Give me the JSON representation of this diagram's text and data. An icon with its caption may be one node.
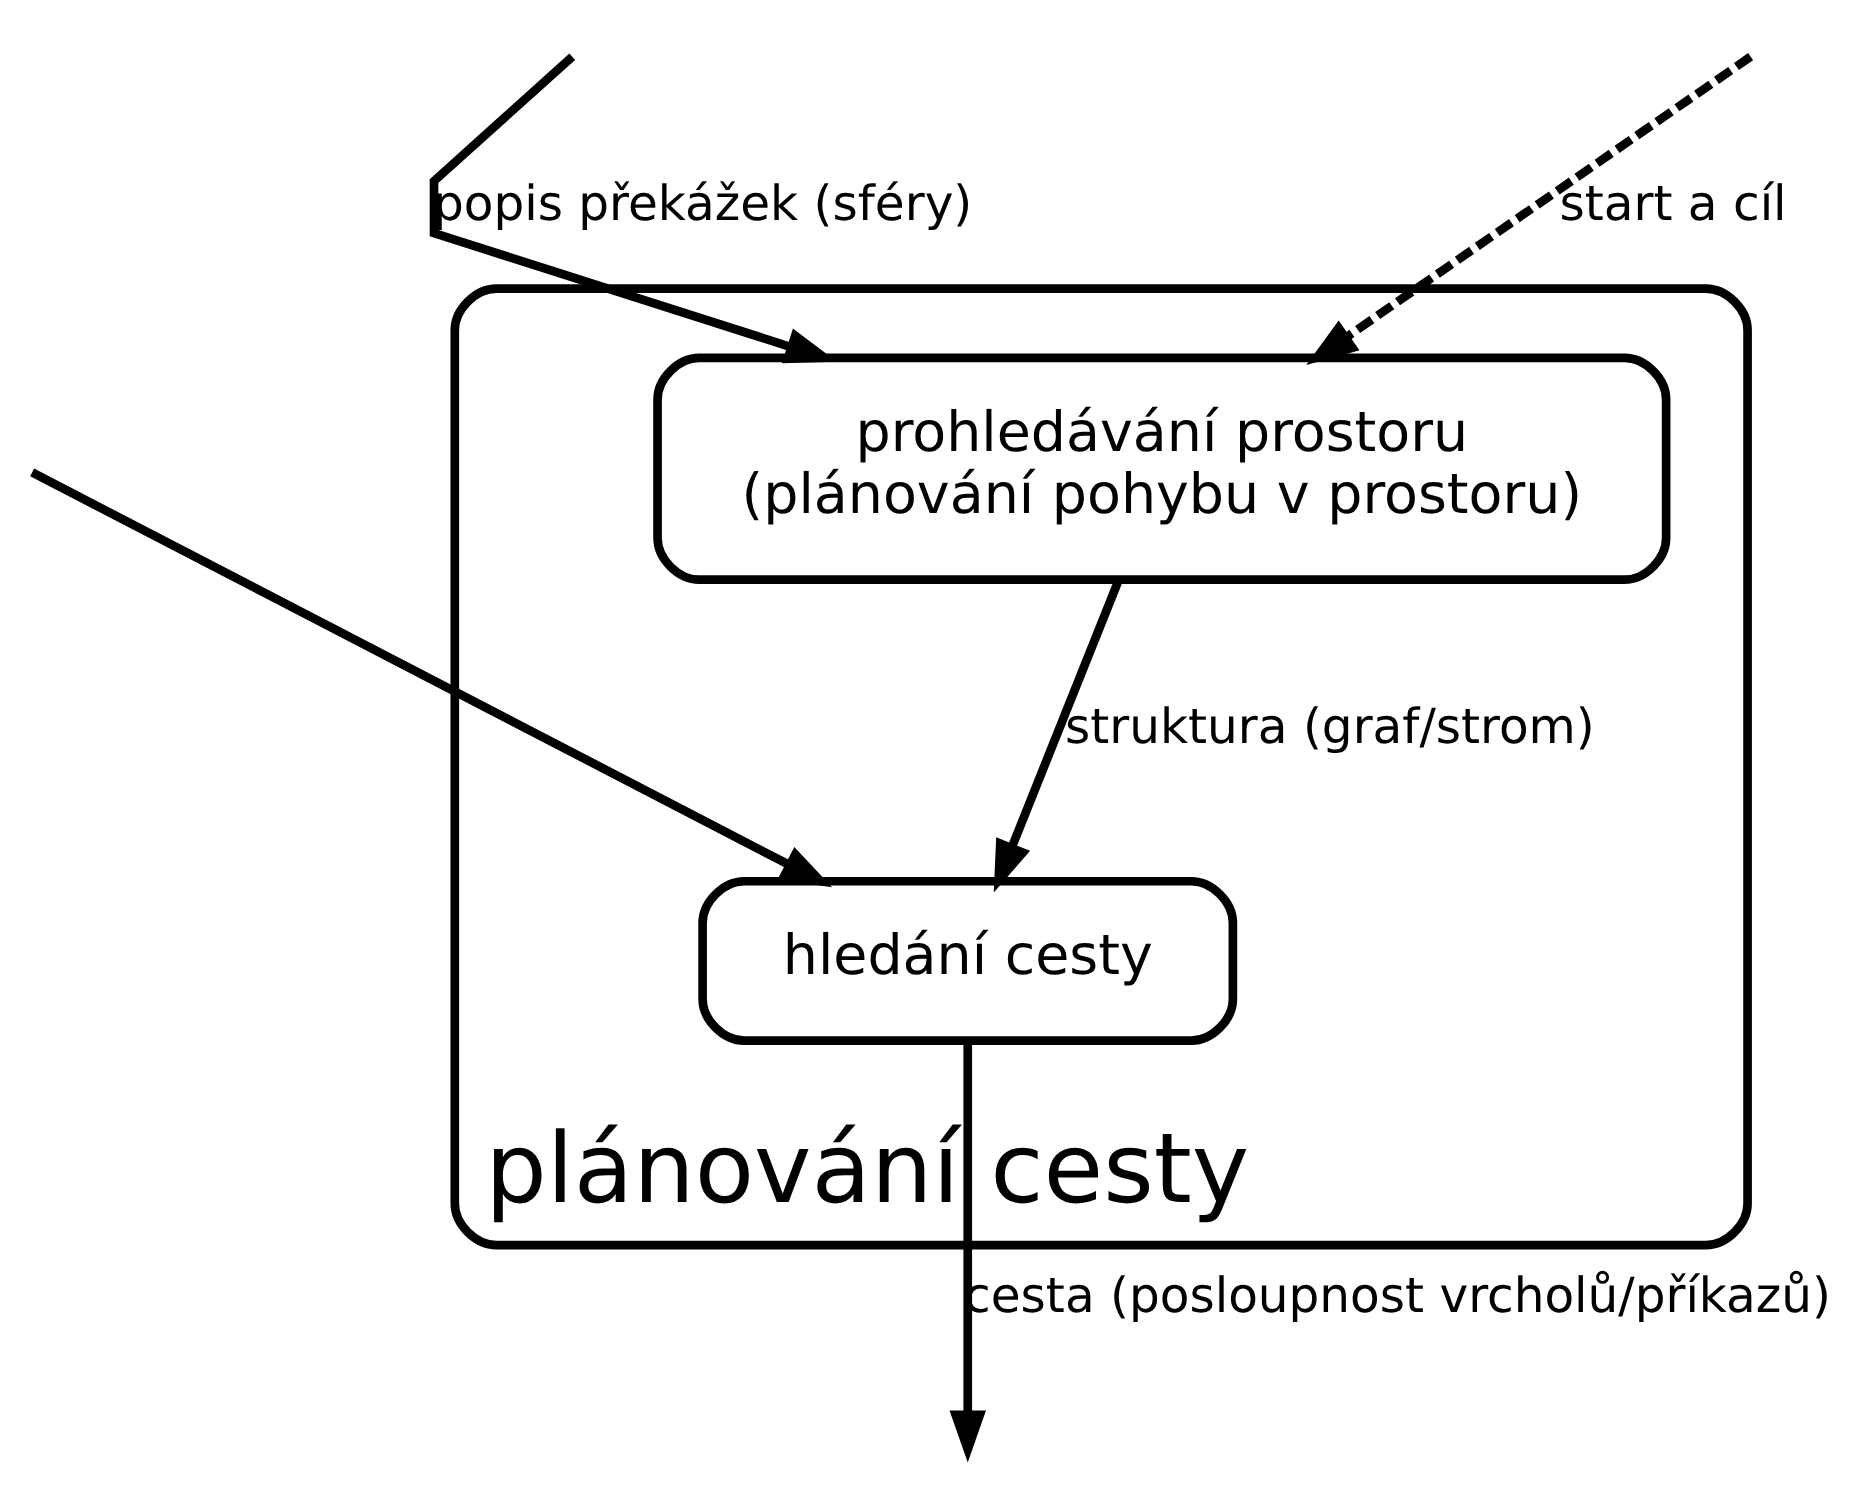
{
  "diagram": {
    "nodes": [
      {
        "text": [
          "plánování cesty"
        ]
      },
      {
        "text": [
          "prohledávání prostoru",
          "(plánování pohybu v prostoru)"
        ],
        "in": 0
      },
      {
        "text": [
          "hledání cesty"
        ],
        "in": 0
      }
    ],
    "edges": [
      {
        "from": null,
        "to": 1,
        "arrow": "to",
        "label": "popis překážek (sféry)"
      },
      {
        "from": null,
        "to": 1,
        "arrow": "to",
        "style": "dashed",
        "label": "start a cíl"
      },
      {
        "from": null,
        "to": 2,
        "arrow": "to"
      },
      {
        "from": 1,
        "to": 2,
        "arrow": "to",
        "label": "struktura (graf/strom)"
      },
      {
        "from": 2,
        "to": null,
        "arrow": "to",
        "label": "cesta (posloupnost vrcholů/příkazů)"
      }
    ]
  }
}
